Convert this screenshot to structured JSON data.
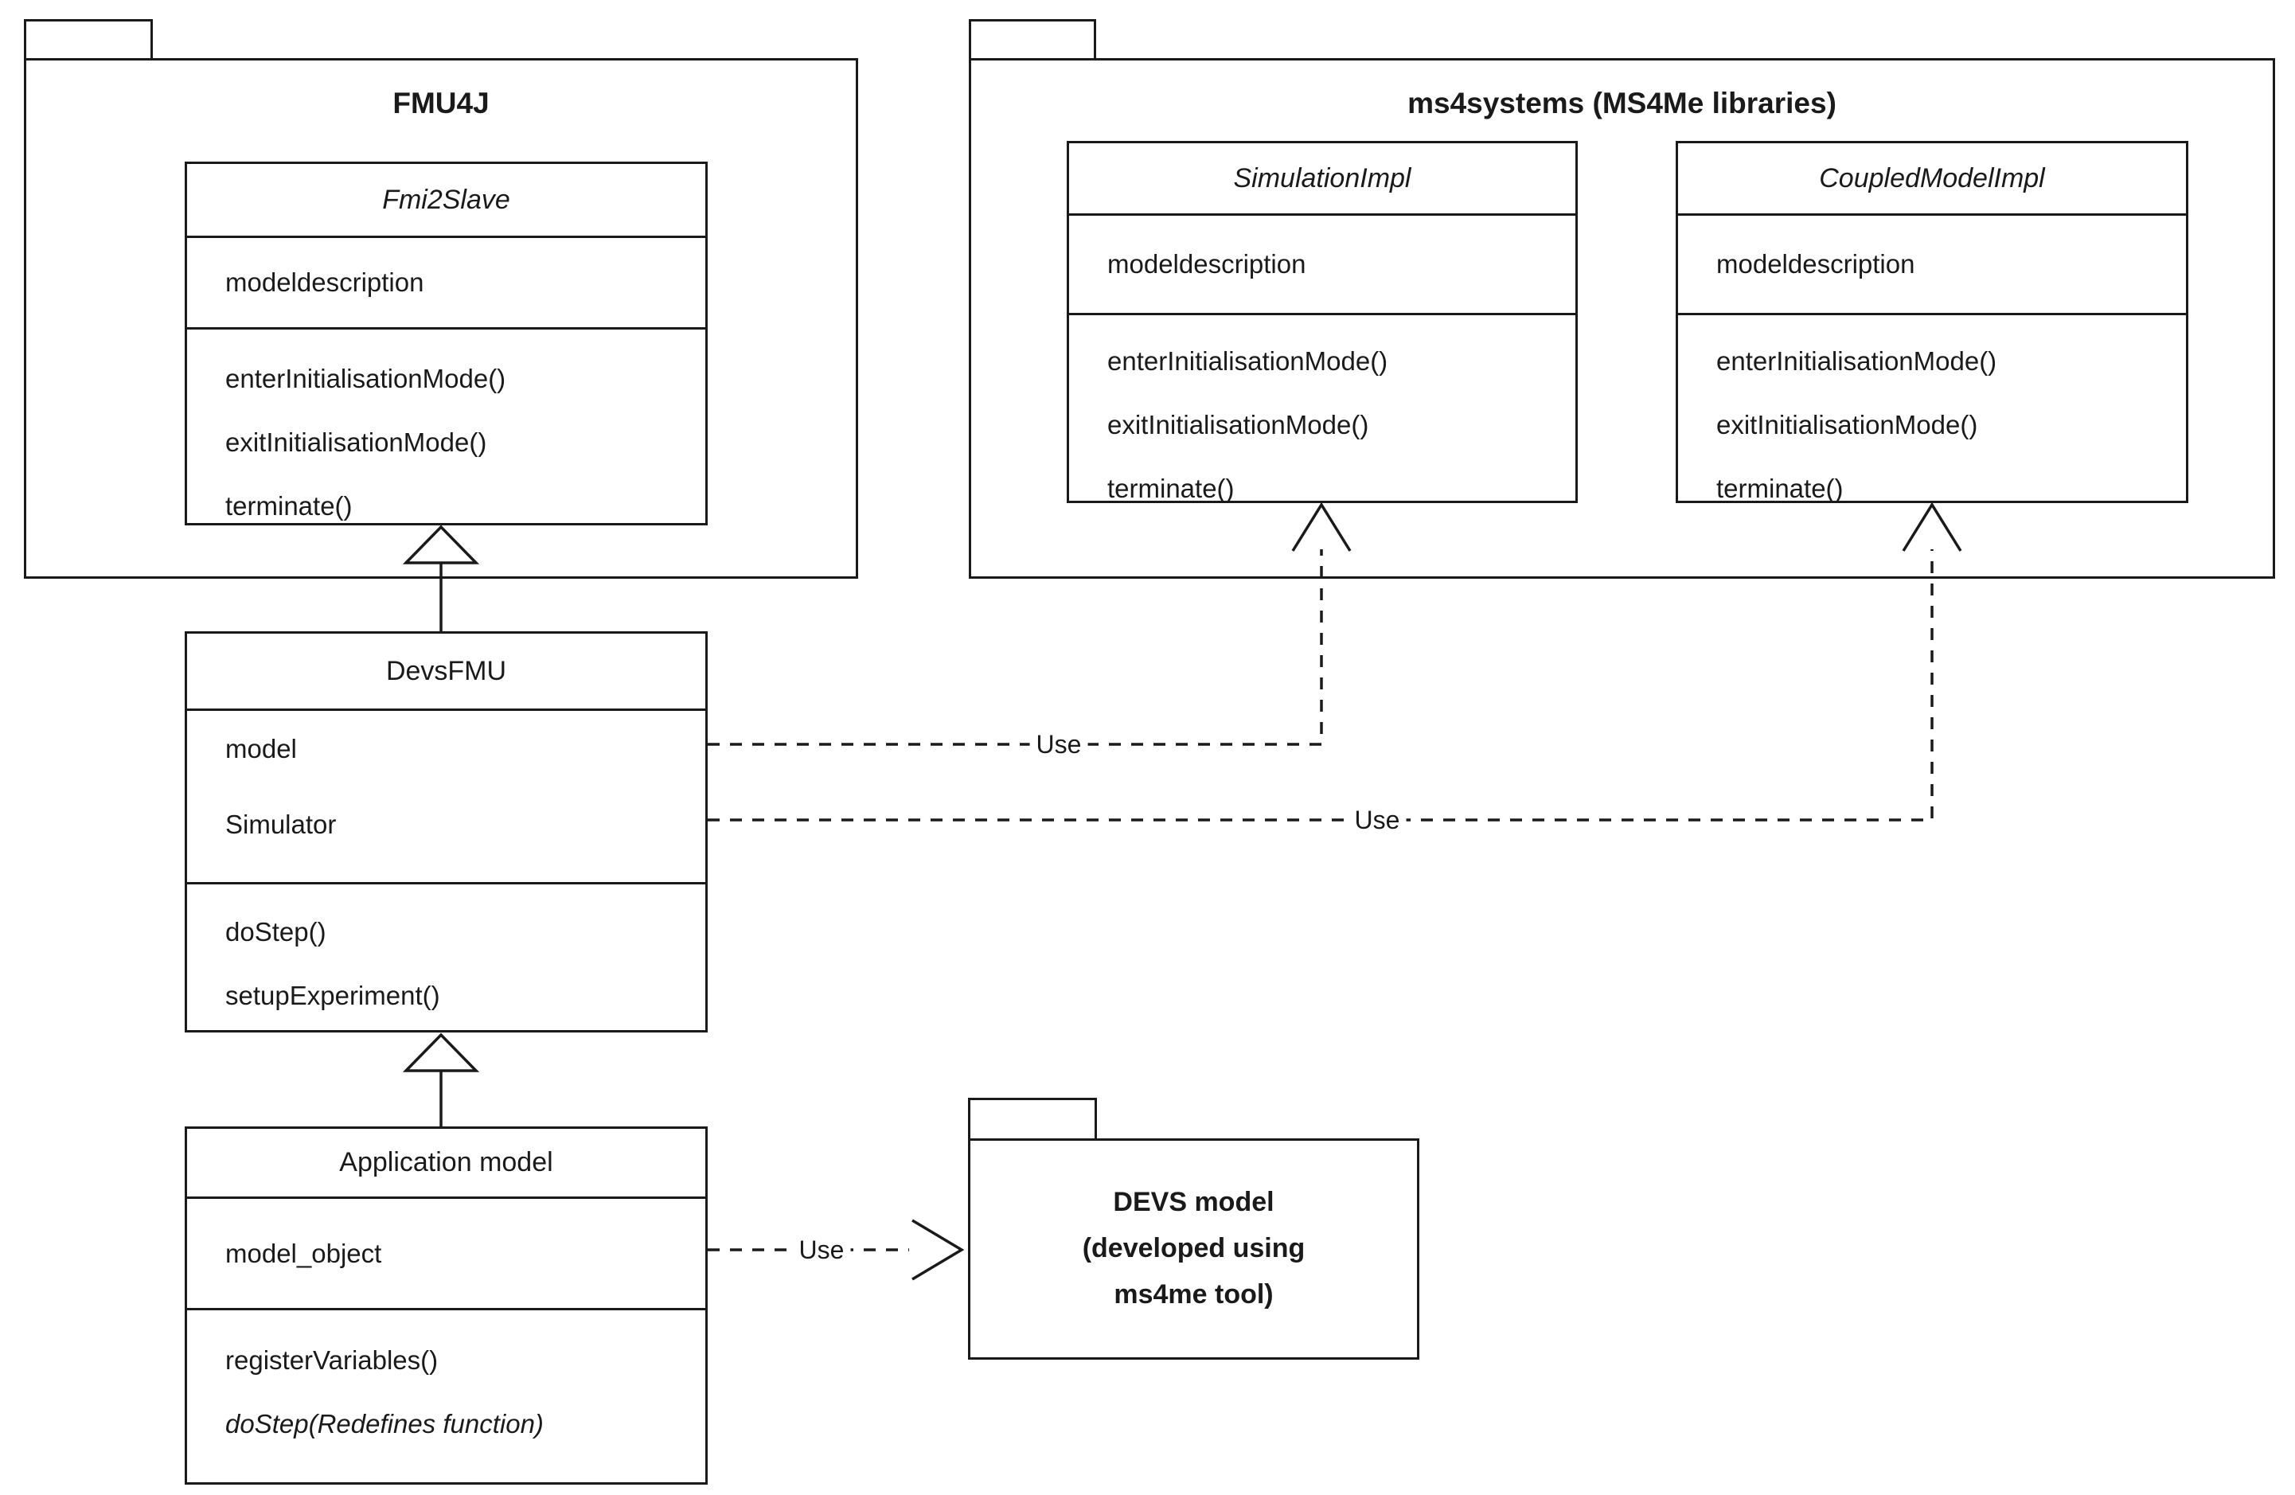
{
  "diagram": {
    "packages": {
      "fmu4j": {
        "title": "FMU4J"
      },
      "ms4systems": {
        "title": "ms4systems (MS4Me libraries)"
      },
      "devs_model": {
        "line1": "DEVS model",
        "line2": "(developed using",
        "line3": "ms4me tool)"
      }
    },
    "classes": {
      "fmi2slave": {
        "name": "Fmi2Slave",
        "attributes": [
          "modeldescription"
        ],
        "methods": [
          "enterInitialisationMode()",
          "exitInitialisationMode()",
          "terminate()"
        ]
      },
      "simulationimpl": {
        "name": "SimulationImpl",
        "attributes": [
          "modeldescription"
        ],
        "methods": [
          "enterInitialisationMode()",
          "exitInitialisationMode()",
          "terminate()"
        ]
      },
      "coupledmodelimpl": {
        "name": "CoupledModelImpl",
        "attributes": [
          "modeldescription"
        ],
        "methods": [
          "enterInitialisationMode()",
          "exitInitialisationMode()",
          "terminate()"
        ]
      },
      "devsfmu": {
        "name": "DevsFMU",
        "attributes": [
          "model",
          "Simulator"
        ],
        "methods": [
          "doStep()",
          "setupExperiment()"
        ]
      },
      "application_model": {
        "name": "Application model",
        "attributes": [
          "model_object"
        ],
        "methods": [
          "registerVariables()",
          "doStep(Redefines function)"
        ]
      }
    },
    "labels": {
      "use1": "Use",
      "use2": "Use",
      "use3": "Use"
    },
    "colors": {
      "line": "#1a1a1a",
      "background": "#ffffff"
    }
  }
}
